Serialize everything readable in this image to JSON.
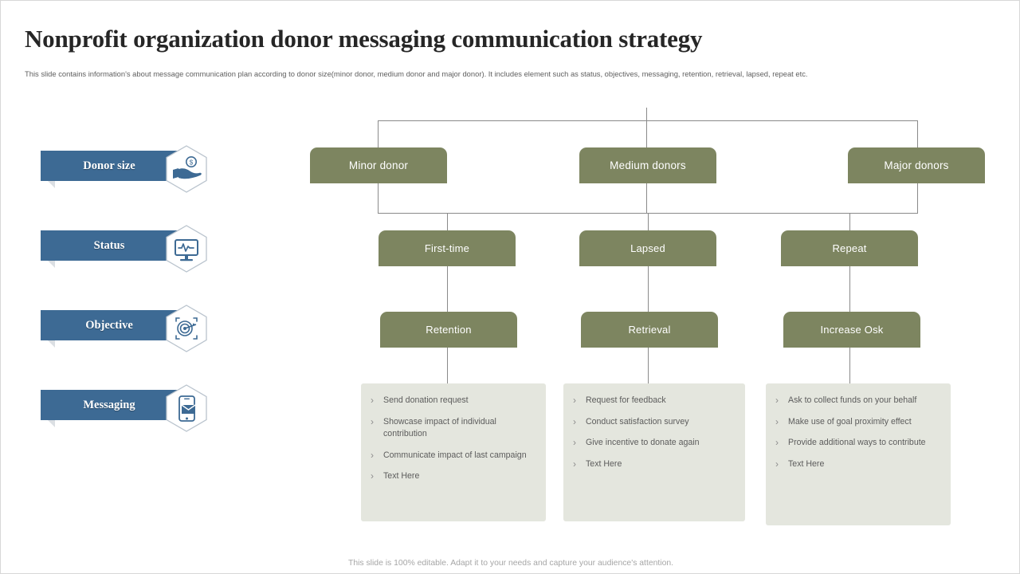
{
  "slide": {
    "title": "Nonprofit organization donor messaging communication strategy",
    "subtitle": "This slide contains information's about message communication plan according to donor size(minor donor, medium donor and major donor). It includes element such as status, objectives, messaging, retention, retrieval, lapsed, repeat etc.",
    "footer": "This slide is 100% editable. Adapt it to your needs and capture your audience's attention."
  },
  "colors": {
    "ribbon_blue": "#3d6a94",
    "node_green": "#7d8560",
    "panel_gray": "#e4e6de",
    "title_dark": "#262626",
    "connector_gray": "#8a8a8a"
  },
  "sidebar": {
    "items": [
      {
        "label": "Donor size",
        "icon": "hand-holding-dollar-icon"
      },
      {
        "label": "Status",
        "icon": "monitor-pulse-icon"
      },
      {
        "label": "Objective",
        "icon": "target-arrow-icon"
      },
      {
        "label": "Messaging",
        "icon": "phone-envelope-icon"
      }
    ]
  },
  "chart_data": {
    "type": "diagram",
    "title": "Donor messaging communication flow",
    "levels": [
      "Donor size",
      "Status",
      "Objective",
      "Messaging"
    ],
    "columns": [
      {
        "donor_size": "Minor donor",
        "status": "First-time",
        "objective": "Retention",
        "messaging": [
          "Send donation  request",
          "Showcase  impact of individual  contribution",
          "Communicate  impact of last campaign",
          "Text Here"
        ]
      },
      {
        "donor_size": "Medium donors",
        "status": "Lapsed",
        "objective": "Retrieval",
        "messaging": [
          "Request for feedback",
          "Conduct  satisfaction  survey",
          "Give  incentive  to donate  again",
          "Text Here"
        ]
      },
      {
        "donor_size": "Major donors",
        "status": "Repeat",
        "objective": "Increase Osk",
        "messaging": [
          "Ask to collect funds  on your behalf",
          "Make use of goal proximity effect",
          "Provide  additional ways to contribute",
          "Text Here"
        ]
      }
    ]
  },
  "bullet_marker": "›"
}
